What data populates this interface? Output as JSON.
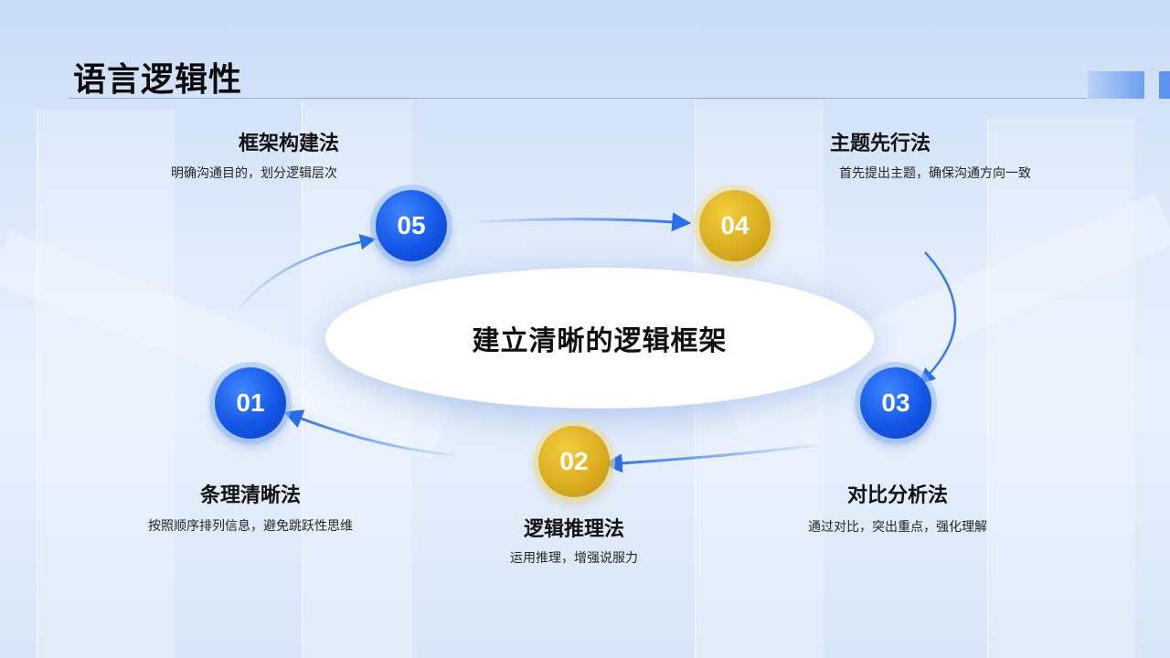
{
  "page": {
    "title": "语言逻辑性",
    "center_label": "建立清晰的逻辑框架"
  },
  "colors": {
    "accent_blue": "#1456e6",
    "accent_gold": "#d8ab1e",
    "arrow": "#2a6ee8"
  },
  "steps": [
    {
      "number": "01",
      "title": "条理清晰法",
      "description": "按照顺序排列信息，避免跳跃性思维",
      "color": "blue"
    },
    {
      "number": "02",
      "title": "逻辑推理法",
      "description": "运用推理，增强说服力",
      "color": "gold"
    },
    {
      "number": "03",
      "title": "对比分析法",
      "description": "通过对比，突出重点，强化理解",
      "color": "blue"
    },
    {
      "number": "04",
      "title": "主题先行法",
      "description": "首先提出主题，确保沟通方向一致",
      "color": "gold"
    },
    {
      "number": "05",
      "title": "框架构建法",
      "description": "明确沟通目的，划分逻辑层次",
      "color": "blue"
    }
  ]
}
